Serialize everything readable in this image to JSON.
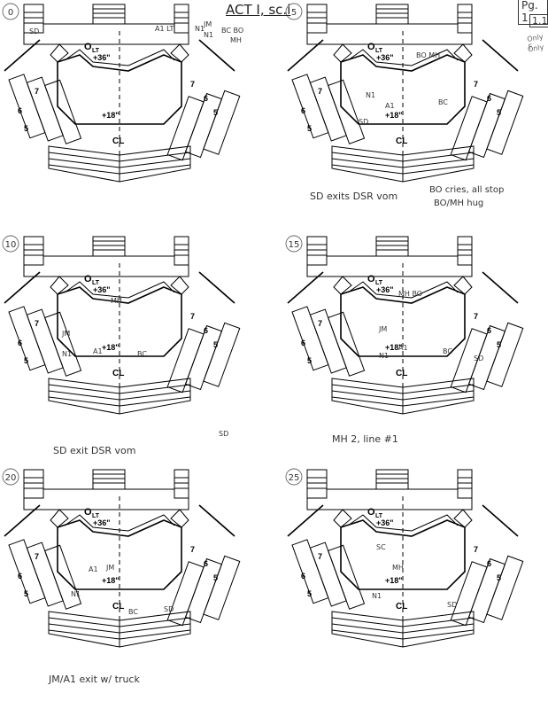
{
  "header": {
    "title": "ACT I, sc.i",
    "page_ref": "Pg. 1",
    "page_sub": "1.1",
    "margin_note_1": "Only F",
    "margin_note_2": "Only"
  },
  "common": {
    "center_line": "CL",
    "upstage_height": "+36\"",
    "downstage_height": "+18\"",
    "light": "O",
    "light_sub": "LT",
    "step_numbers": [
      "5",
      "6",
      "7"
    ]
  },
  "panels": [
    {
      "cue": "0",
      "marks": [
        {
          "label": "SD"
        },
        {
          "label": "A1 LT"
        },
        {
          "label": "N1"
        },
        {
          "label": "JM"
        },
        {
          "label": "N1"
        },
        {
          "label": "BC BO"
        },
        {
          "label": "MH"
        }
      ],
      "note": ""
    },
    {
      "cue": "5",
      "marks": [
        {
          "label": "BO MH"
        },
        {
          "label": "N1"
        },
        {
          "label": "A1"
        },
        {
          "label": "BC"
        },
        {
          "label": "SD"
        }
      ],
      "note": "SD exits DSR vom",
      "note2": "BO cries, all stop",
      "note3": "BO/MH hug"
    },
    {
      "cue": "10",
      "marks": [
        {
          "label": "MH"
        },
        {
          "label": "JM"
        },
        {
          "label": "N1"
        },
        {
          "label": "A1"
        },
        {
          "label": "BC"
        },
        {
          "label": "SD"
        }
      ],
      "note": "SD exit DSR vom"
    },
    {
      "cue": "15",
      "marks": [
        {
          "label": "MH BO"
        },
        {
          "label": "JM"
        },
        {
          "label": "N1"
        },
        {
          "label": "A1"
        },
        {
          "label": "BC"
        },
        {
          "label": "SD"
        }
      ],
      "note": "MH 2, line #1"
    },
    {
      "cue": "20",
      "marks": [
        {
          "label": "JM"
        },
        {
          "label": "A1"
        },
        {
          "label": "N1"
        },
        {
          "label": "BC"
        },
        {
          "label": "SD"
        }
      ],
      "note": "JM/A1 exit w/ truck"
    },
    {
      "cue": "25",
      "marks": [
        {
          "label": "SC"
        },
        {
          "label": "MH"
        },
        {
          "label": "N1"
        },
        {
          "label": "SD"
        }
      ],
      "note": ""
    }
  ]
}
